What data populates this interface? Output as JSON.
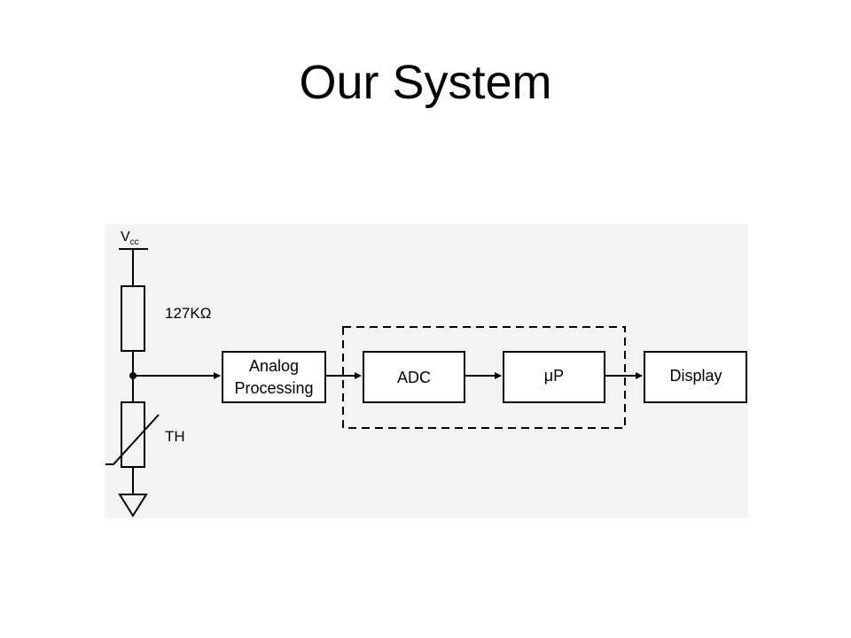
{
  "slide": {
    "title": "Our System"
  },
  "diagram": {
    "supply_label_main": "V",
    "supply_label_sub": "cc",
    "resistor_label": "127KΩ",
    "thermistor_label": "TH",
    "blocks": {
      "analog_line1": "Analog",
      "analog_line2": "Processing",
      "adc": "ADC",
      "microprocessor": "μP",
      "display": "Display"
    }
  }
}
